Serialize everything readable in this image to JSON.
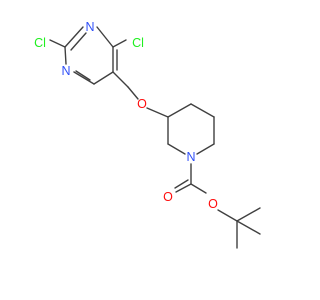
{
  "structure": {
    "atoms": [
      {
        "id": "cl1",
        "label": "Cl",
        "color": "#1ff01f"
      },
      {
        "id": "cl2",
        "label": "Cl",
        "color": "#1ff01f"
      },
      {
        "id": "n1",
        "label": "N",
        "color": "#3050f8"
      },
      {
        "id": "n2",
        "label": "N",
        "color": "#3050f8"
      },
      {
        "id": "o1",
        "label": "O",
        "color": "#ff0d0d"
      },
      {
        "id": "n3",
        "label": "N",
        "color": "#3050f8"
      },
      {
        "id": "o2",
        "label": "O",
        "color": "#ff0d0d"
      },
      {
        "id": "o3",
        "label": "O",
        "color": "#ff0d0d"
      }
    ],
    "bond_color": "#404040"
  }
}
